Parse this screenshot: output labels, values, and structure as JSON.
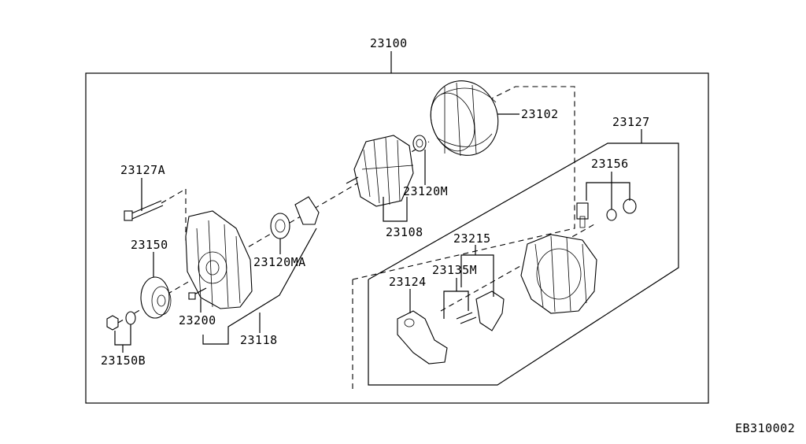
{
  "labels": {
    "assembly": "23100",
    "rotor_cover": "23102",
    "rear_cover_assy": "23127",
    "terminal_kit": "23156",
    "bolt": "23127A",
    "pulley": "23150",
    "rotor": "23108",
    "bearing_rear": "23120M",
    "bearing_front": "23120MA",
    "front_housing": "23118",
    "screw": "23200",
    "nut_washer": "23150B",
    "regulator_set": "23215",
    "brush_set": "23135M",
    "regulator": "23124"
  },
  "footer": {
    "code": "EB310002"
  }
}
